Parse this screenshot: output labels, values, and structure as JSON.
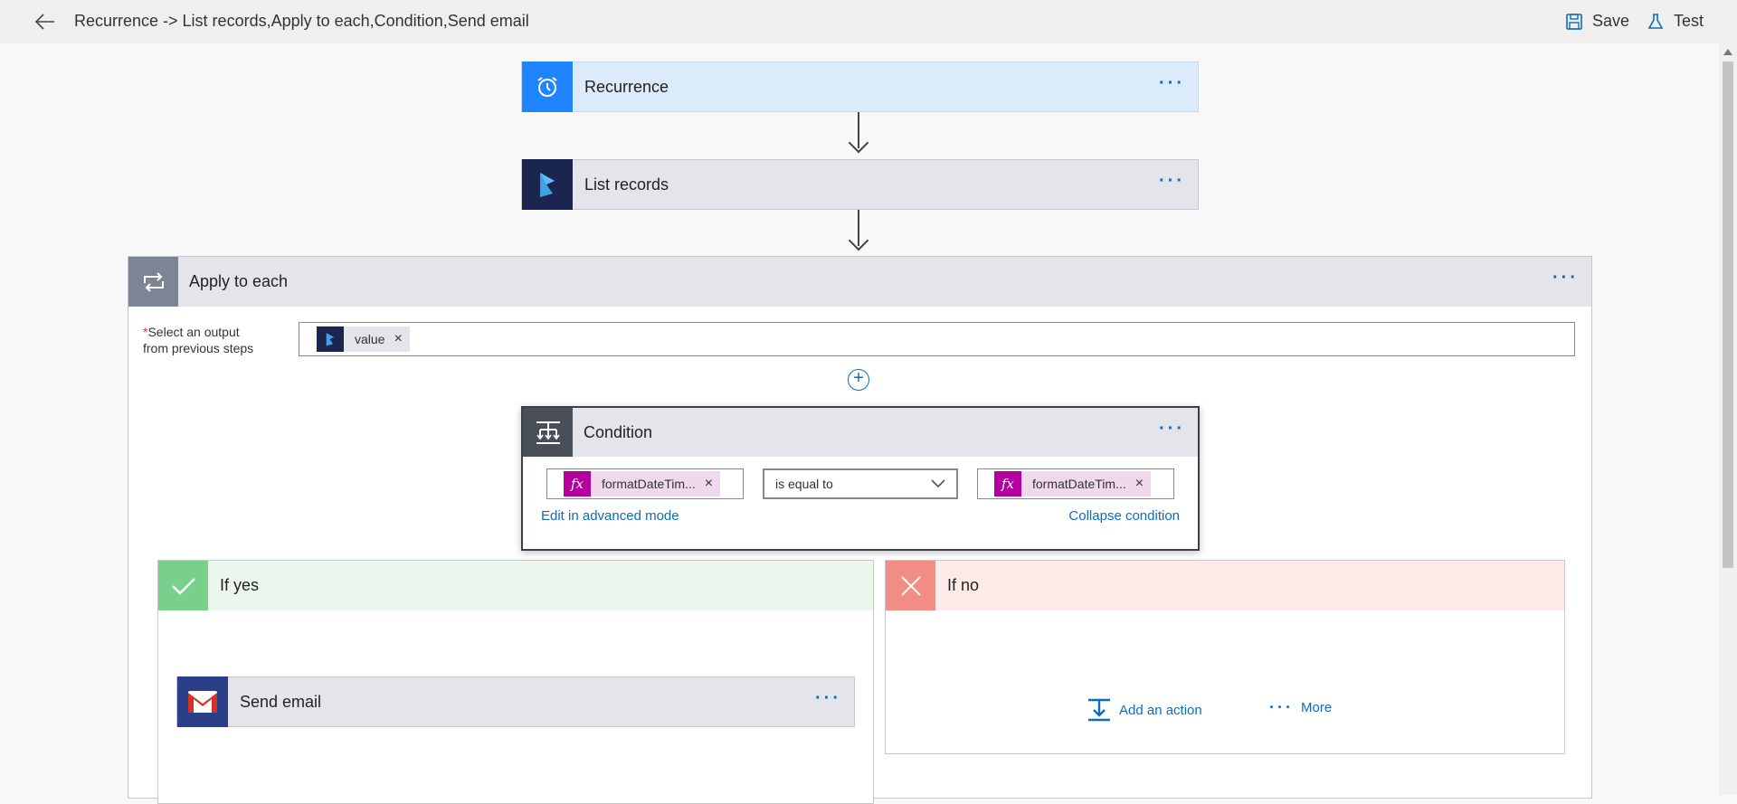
{
  "header": {
    "title": "Recurrence -> List records,Apply to each,Condition,Send email",
    "save_label": "Save",
    "test_label": "Test"
  },
  "steps": {
    "recurrence": {
      "label": "Recurrence",
      "more": "···"
    },
    "list_records": {
      "label": "List records",
      "more": "···"
    }
  },
  "apply_to_each": {
    "label": "Apply to each",
    "more": "···",
    "required_star": "*",
    "output_label_line1": "Select an output",
    "output_label_line2": "from previous steps",
    "token_label": "value",
    "token_remove": "×"
  },
  "condition": {
    "label": "Condition",
    "more": "···",
    "left_token": "formatDateTim...",
    "operator": "is equal to",
    "right_token": "formatDateTim...",
    "token_remove": "×",
    "fx": "fx",
    "edit_advanced": "Edit in advanced mode",
    "collapse": "Collapse condition"
  },
  "if_yes": {
    "label": "If yes",
    "send_email": {
      "label": "Send email",
      "more": "···"
    }
  },
  "if_no": {
    "label": "If no",
    "add_action": "Add an action",
    "more": "More",
    "more_dots": "···"
  },
  "colors": {
    "recurrence_header": "#dcebfc",
    "recurrence_icon": "#1f85ff",
    "dynamics": "#1b2650",
    "loop_icon": "#7b8593",
    "condition_icon": "#484f58",
    "yes_green": "#78d08a",
    "yes_bg": "#ebf7ed",
    "no_red": "#f18d84",
    "no_bg": "#ffeaea",
    "fx_pink": "#b4009e",
    "token_bg": "#f0d9ed",
    "link_blue": "#0f6cbd"
  }
}
